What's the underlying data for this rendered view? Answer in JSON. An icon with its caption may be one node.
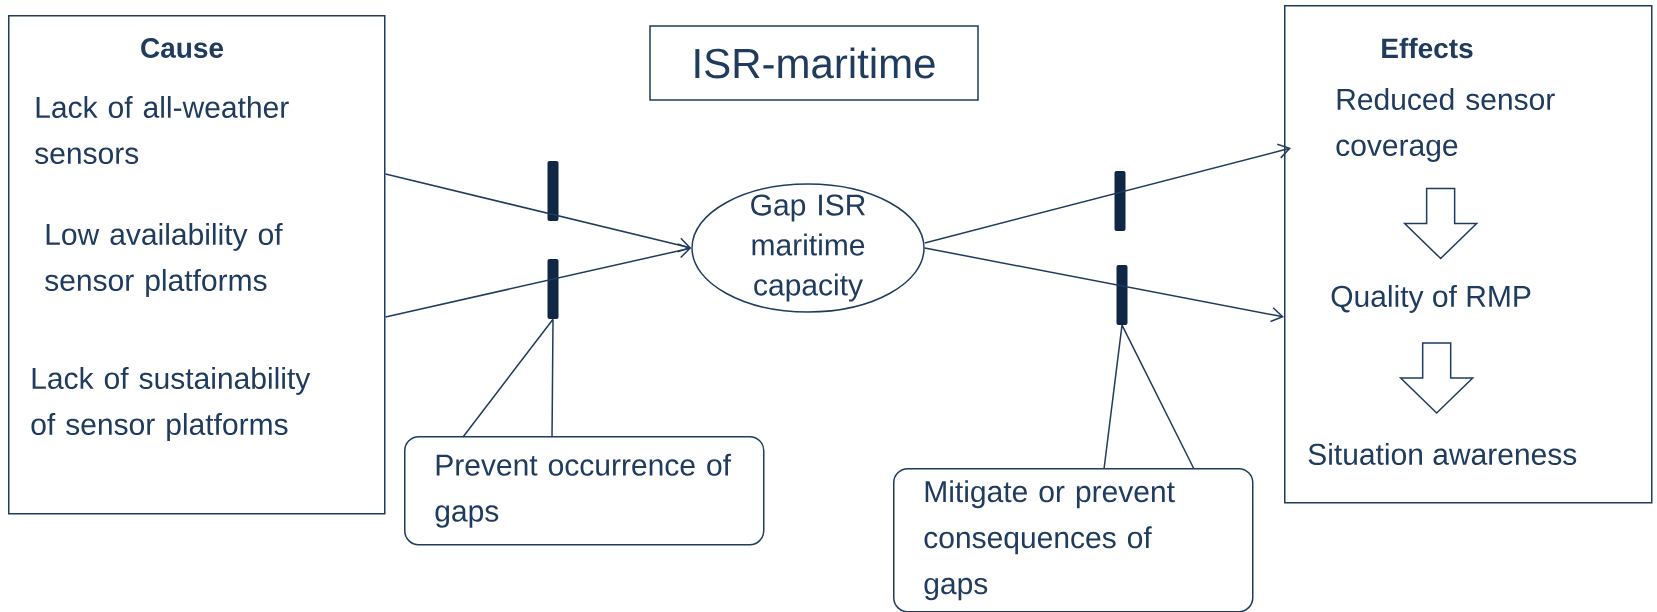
{
  "diagram": {
    "nodes": [
      {
        "text": [
          "Cause",
          "Lack of all-weather sensors",
          "Low availability of sensor platforms",
          "Lack of sustainability of sensor platforms"
        ]
      },
      {
        "text": [
          "ISR-maritime"
        ]
      },
      {
        "text": [],
        "shape": "bar"
      },
      {
        "text": [],
        "shape": "bar"
      },
      {
        "text": [
          "Gap ISR maritime capacity"
        ]
      },
      {
        "text": [],
        "shape": "bar"
      },
      {
        "text": [],
        "shape": "bar"
      },
      {
        "text": [
          "Effects"
        ]
      },
      {
        "text": [
          "Reduced sensor coverage"
        ],
        "in": 7
      },
      {
        "text": [
          "Quality of RMP"
        ],
        "in": 7
      },
      {
        "text": [
          "Situation awareness"
        ],
        "in": 7
      },
      {
        "text": [
          "Prevent occurrence of gaps"
        ]
      },
      {
        "text": [
          "Mitigate or prevent consequences of gaps"
        ]
      }
    ],
    "edges": [
      {
        "from": 0,
        "to": 4,
        "arrow": "to"
      },
      {
        "from": 0,
        "to": 4,
        "arrow": "to"
      },
      {
        "from": 4,
        "to": 7,
        "arrow": "to"
      },
      {
        "from": 4,
        "to": 7,
        "arrow": "to"
      },
      {
        "from": 8,
        "to": 9,
        "arrow": "to",
        "style": "thick"
      },
      {
        "from": 9,
        "to": 10,
        "arrow": "to",
        "style": "thick"
      },
      {
        "from": 11,
        "to": 3,
        "arrow": "none"
      },
      {
        "from": 12,
        "to": 6,
        "arrow": "none"
      }
    ]
  }
}
